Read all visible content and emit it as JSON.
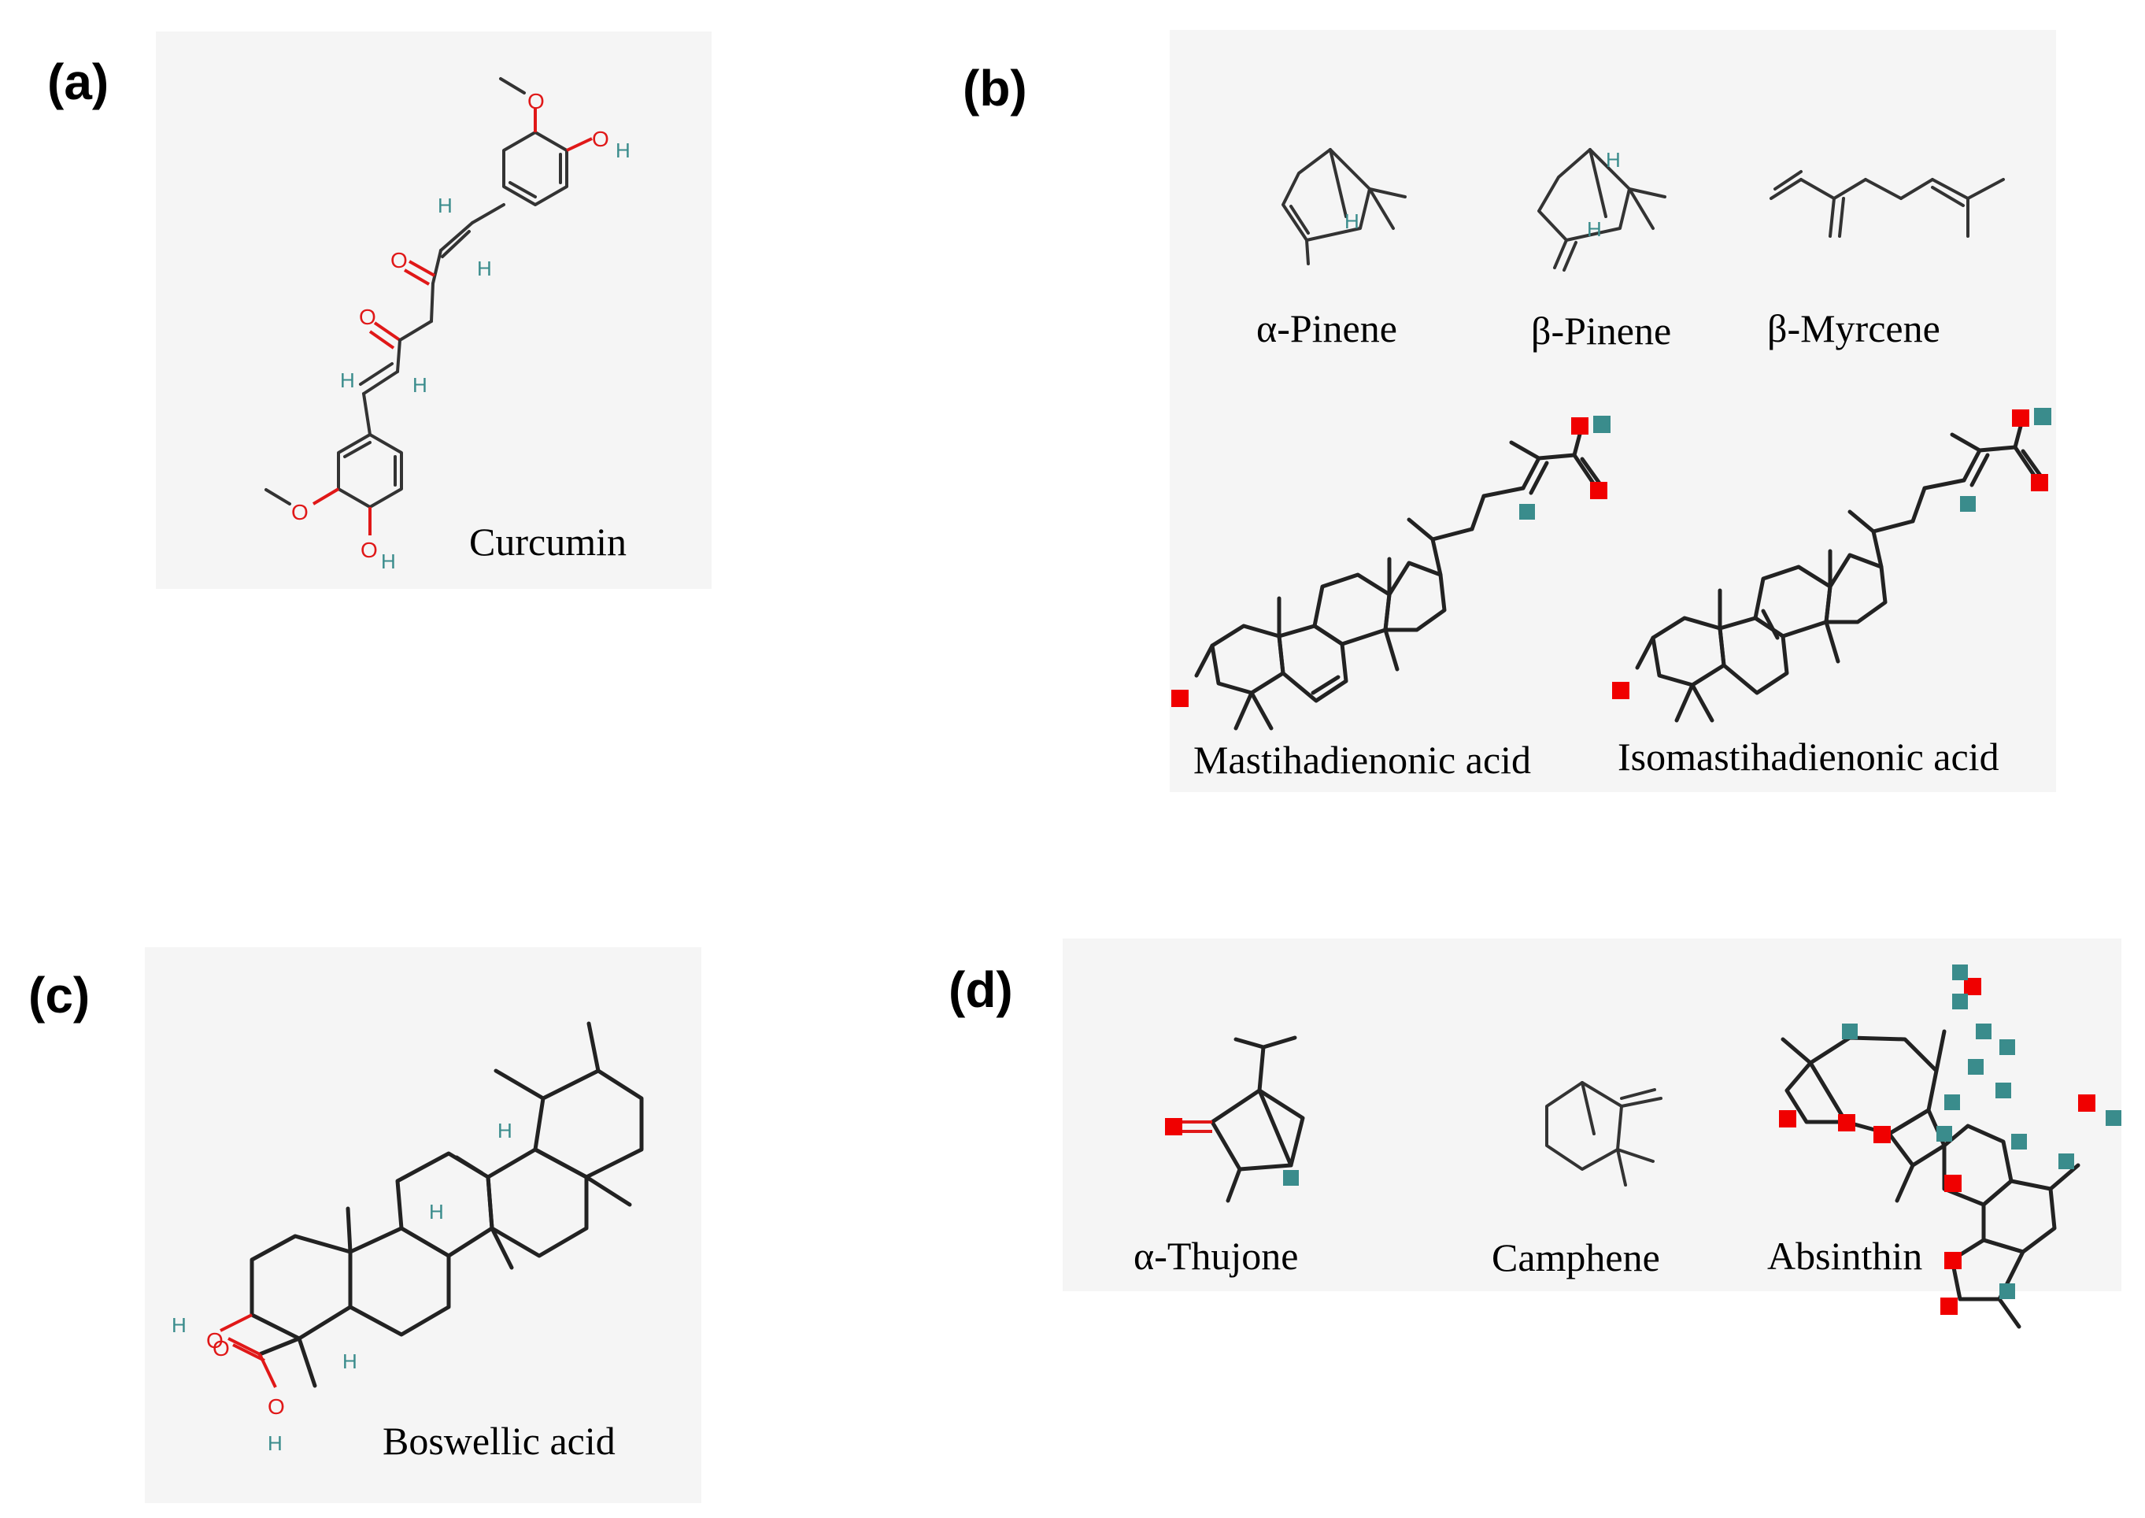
{
  "panels": {
    "a": {
      "tag": "(a)",
      "compounds": [
        "Curcumin"
      ],
      "atoms": {
        "o": "O",
        "h": "H"
      }
    },
    "b": {
      "tag": "(b)",
      "compounds": [
        "α-Pinene",
        "β-Pinene",
        "β-Myrcene",
        "Mastihadienonic acid",
        "Isomastihadienonic acid"
      ]
    },
    "c": {
      "tag": "(c)",
      "compounds": [
        "Boswellic acid"
      ],
      "atoms": {
        "o": "O",
        "h": "H"
      }
    },
    "d": {
      "tag": "(d)",
      "compounds": [
        "α-Thujone",
        "Camphene",
        "Absinthin"
      ]
    }
  }
}
